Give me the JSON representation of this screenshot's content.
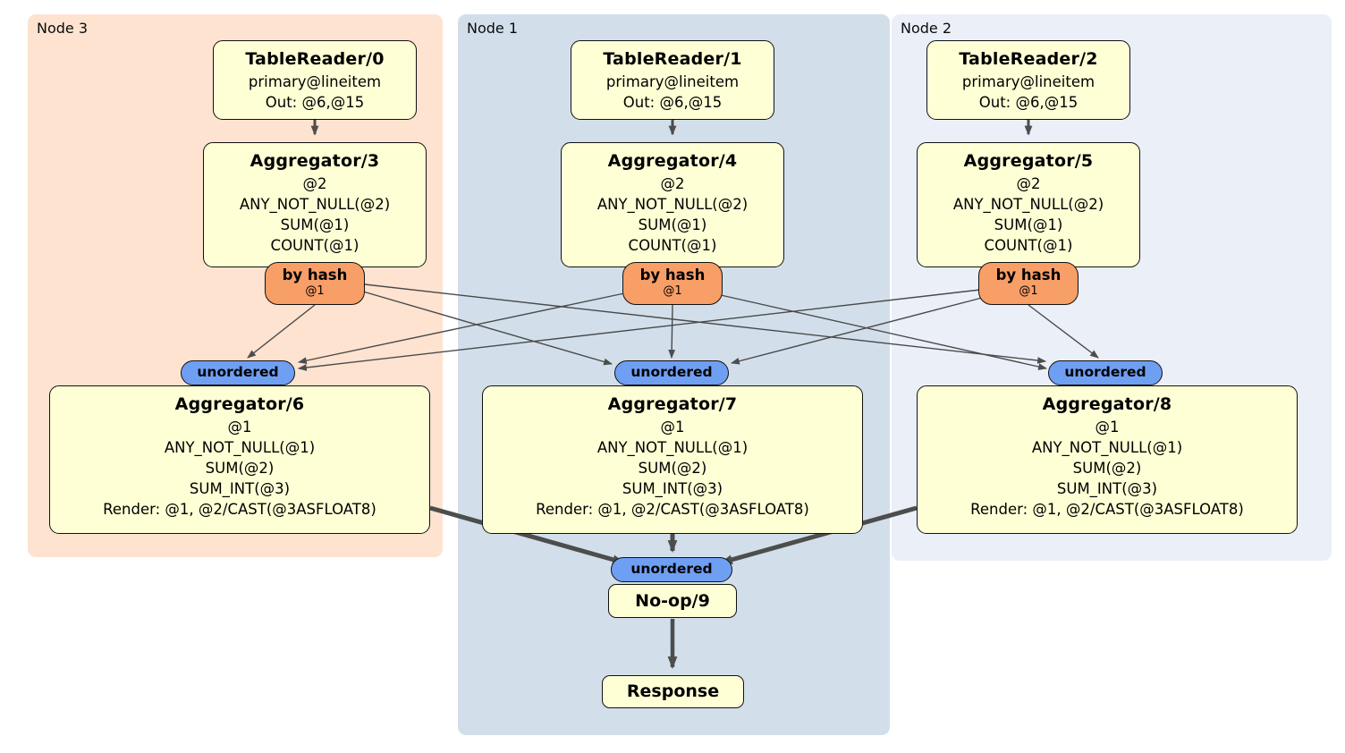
{
  "regions": [
    {
      "label": "Node 3"
    },
    {
      "label": "Node 1"
    },
    {
      "label": "Node 2"
    }
  ],
  "table_readers": [
    {
      "title": "TableReader/0",
      "index": "primary@lineitem",
      "out": "Out: @6,@15"
    },
    {
      "title": "TableReader/1",
      "index": "primary@lineitem",
      "out": "Out: @6,@15"
    },
    {
      "title": "TableReader/2",
      "index": "primary@lineitem",
      "out": "Out: @6,@15"
    }
  ],
  "stage1_aggregators": [
    {
      "title": "Aggregator/3",
      "rows": [
        "@2",
        "ANY_NOT_NULL(@2)",
        "SUM(@1)",
        "COUNT(@1)"
      ]
    },
    {
      "title": "Aggregator/4",
      "rows": [
        "@2",
        "ANY_NOT_NULL(@2)",
        "SUM(@1)",
        "COUNT(@1)"
      ]
    },
    {
      "title": "Aggregator/5",
      "rows": [
        "@2",
        "ANY_NOT_NULL(@2)",
        "SUM(@1)",
        "COUNT(@1)"
      ]
    }
  ],
  "routers": [
    {
      "label": "by hash",
      "detail": "@1"
    },
    {
      "label": "by hash",
      "detail": "@1"
    },
    {
      "label": "by hash",
      "detail": "@1"
    }
  ],
  "stream_syncs": [
    {
      "label": "unordered"
    },
    {
      "label": "unordered"
    },
    {
      "label": "unordered"
    }
  ],
  "stage2_aggregators": [
    {
      "title": "Aggregator/6",
      "rows": [
        "@1",
        "ANY_NOT_NULL(@1)",
        "SUM(@2)",
        "SUM_INT(@3)",
        "Render: @1, @2/CAST(@3ASFLOAT8)"
      ]
    },
    {
      "title": "Aggregator/7",
      "rows": [
        "@1",
        "ANY_NOT_NULL(@1)",
        "SUM(@2)",
        "SUM_INT(@3)",
        "Render: @1, @2/CAST(@3ASFLOAT8)"
      ]
    },
    {
      "title": "Aggregator/8",
      "rows": [
        "@1",
        "ANY_NOT_NULL(@1)",
        "SUM(@2)",
        "SUM_INT(@3)",
        "Render: @1, @2/CAST(@3ASFLOAT8)"
      ]
    }
  ],
  "final_sync": {
    "label": "unordered"
  },
  "noop": {
    "title": "No-op/9"
  },
  "response": {
    "title": "Response"
  },
  "colors": {
    "node3_bg": "#fde3d0",
    "node1_bg": "#d2dfeb",
    "node2_bg": "#ebeff8",
    "processor_bg": "#ffffd6",
    "router_bg": "#f89e67",
    "sync_bg": "#6f9ff3",
    "box_border": "#111111",
    "edge": "#4d4d4d"
  }
}
